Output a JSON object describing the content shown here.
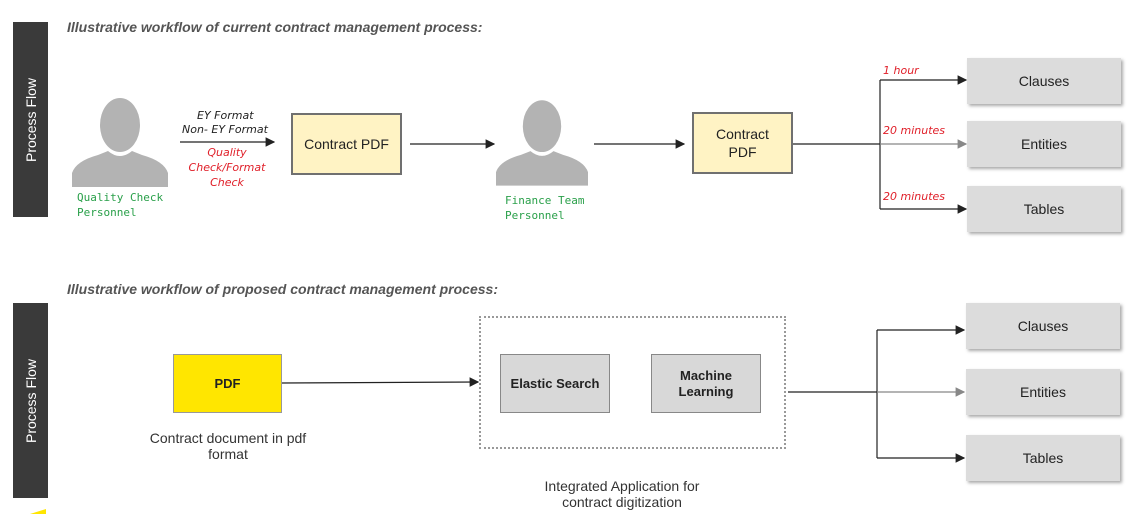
{
  "sidebar_label": "Process Flow",
  "current": {
    "heading": "Illustrative workflow of current contract management process:",
    "person1_caption": [
      "Quality Check",
      "Personnel"
    ],
    "arrow_label_formats": [
      "EY Format",
      "Non- EY Format"
    ],
    "arrow_label_check": [
      "Quality",
      "Check/Format",
      "Check"
    ],
    "box1": "Contract PDF",
    "person2_caption": [
      "Finance Team",
      "Personnel"
    ],
    "box2": [
      "Contract",
      "PDF"
    ],
    "times": [
      "1 hour",
      "20 minutes",
      "20 minutes"
    ],
    "outputs": [
      "Clauses",
      "Entities",
      "Tables"
    ]
  },
  "proposed": {
    "heading": "Illustrative workflow of proposed contract management process:",
    "pdf_box": "PDF",
    "pdf_caption": [
      "Contract document in pdf",
      "format"
    ],
    "elastic": "Elastic Search",
    "ml": [
      "Machine",
      "Learning"
    ],
    "app_caption": [
      "Integrated Application for",
      "contract digitization"
    ],
    "outputs": [
      "Clauses",
      "Entities",
      "Tables"
    ]
  },
  "colors": {
    "sidebar": "#3a3a3a",
    "green": "#2aa04a",
    "red": "#e0202a",
    "yellow": "#ffe600",
    "cream": "#fff3c4",
    "output_box": "#dcdcdc"
  }
}
